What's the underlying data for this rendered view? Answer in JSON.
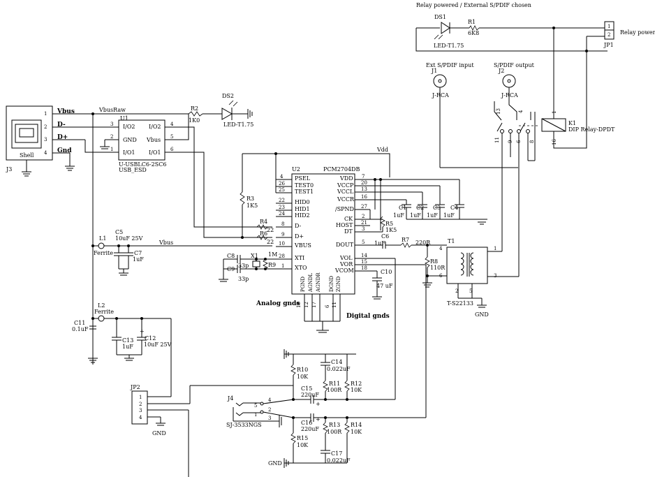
{
  "header": {
    "relay_caption": "Relay powered / External S/PDIF chosen",
    "relay_power": "Relay power"
  },
  "components": {
    "ds1": {
      "ref": "DS1",
      "value": "LED-T1.75"
    },
    "r1": {
      "ref": "R1",
      "value": "6K8"
    },
    "jp1": {
      "ref": "JP1",
      "pin1": "1",
      "pin2": "2"
    },
    "j1": {
      "caption": "Ext S/PDIF input",
      "ref": "J1",
      "value": "J-RCA"
    },
    "j2": {
      "caption": "S/PDIF output",
      "ref": "J2",
      "value": "J-RCA"
    },
    "k1": {
      "ref": "K1",
      "value": "DIP Relay-DPDT",
      "pins": [
        "13",
        "4",
        "11",
        "9",
        "6",
        "8",
        "1",
        "16"
      ]
    },
    "j3": {
      "ref": "J3",
      "shell": "Shell",
      "pins": [
        "1",
        "2",
        "3",
        "4"
      ],
      "nets": [
        "Vbus",
        "D-",
        "D+",
        "Gnd"
      ]
    },
    "vbusraw": "VbusRaw",
    "u1": {
      "ref": "U1",
      "part": "U-USBLC6-2SC6",
      "sub": "USB_ESD",
      "left_pins": [
        "I/O2",
        "GND",
        "I/O1"
      ],
      "right_pins": [
        "I/O2",
        "Vbus",
        "I/O1"
      ],
      "left_nums": [
        "3",
        "2",
        "1"
      ],
      "right_nums": [
        "4",
        "5",
        "6"
      ]
    },
    "r2": {
      "ref": "R2",
      "value": "1K0"
    },
    "ds2": {
      "ref": "DS2",
      "value": "LED-T1.75"
    },
    "u2": {
      "ref": "U2",
      "part": "PCM2704DB",
      "left_pins": [
        "PSEL",
        "TEST0",
        "TEST1",
        "HID0",
        "HID1",
        "HID2",
        "D-",
        "D+",
        "VBUS",
        "XTI",
        "XTO"
      ],
      "left_nums": [
        "4",
        "26",
        "25",
        "22",
        "23",
        "24",
        "8",
        "9",
        "10",
        "28",
        "1"
      ],
      "right_pins": [
        "VDD",
        "VCCP",
        "VCCL",
        "VCCR",
        "/SPND",
        "CK",
        "HOST",
        "DT",
        "DOUT",
        "VOL",
        "VOR",
        "VCOM"
      ],
      "right_nums": [
        "7",
        "20",
        "13",
        "16",
        "27",
        "2",
        "21",
        "3",
        "5",
        "14",
        "15",
        "18"
      ],
      "bottom_pins": [
        "PGND",
        "AGNDL",
        "AGNDR",
        "DGND",
        "ZGND"
      ],
      "bottom_nums": [
        "19",
        "12",
        "17",
        "6",
        "11"
      ]
    },
    "vdd": "Vdd",
    "r3": {
      "ref": "R3",
      "value": "1K5"
    },
    "r4": {
      "ref": "R4",
      "value": "22"
    },
    "r6": {
      "ref": "R6",
      "value": "22"
    },
    "r5": {
      "ref": "R5",
      "value": "1K5"
    },
    "c1": {
      "ref": "C1",
      "value": "1uF"
    },
    "c2": {
      "ref": "C2",
      "value": "1uF"
    },
    "c3": {
      "ref": "C3",
      "value": "1uF"
    },
    "c4": {
      "ref": "C4",
      "value": "1uF"
    },
    "l1": {
      "ref": "L1",
      "value": "Ferrite"
    },
    "c5": {
      "ref": "C5",
      "value": "10uF 25V"
    },
    "c7": {
      "ref": "C7",
      "value": "1uF"
    },
    "vbus": "Vbus",
    "c8": {
      "ref": "C8",
      "value": "33p"
    },
    "c9": {
      "ref": "C9",
      "value": "33p"
    },
    "x1": {
      "ref": "X1"
    },
    "r9": {
      "ref": "R9",
      "value": "1M"
    },
    "c6": {
      "ref": "C6",
      "value": "1uF"
    },
    "r7": {
      "ref": "R7",
      "value": "220R"
    },
    "r8": {
      "ref": "R8",
      "value": "110R"
    },
    "t1": {
      "ref": "T1",
      "value": "T-S22133",
      "pins": [
        "4",
        "6",
        "2",
        "5",
        "1",
        "3"
      ]
    },
    "gnd": "GND",
    "c10": {
      "ref": "C10",
      "value": "47 uF"
    },
    "analog_gnds": "Analog gnds",
    "digital_gnds": "Digital gnds",
    "l2": {
      "ref": "L2",
      "value": "Ferrite"
    },
    "c11": {
      "ref": "C11",
      "value": "0.1uF"
    },
    "c13": {
      "ref": "C13",
      "value": "1uF"
    },
    "c12": {
      "ref": "C12",
      "value": "10uF 25V"
    },
    "jp2": {
      "ref": "JP2",
      "pins": [
        "1",
        "2",
        "3",
        "4"
      ]
    },
    "jp2_gnd": "GND",
    "r10": {
      "ref": "R10",
      "value": "10K"
    },
    "c14": {
      "ref": "C14",
      "value": "0.022uF"
    },
    "r11": {
      "ref": "R11",
      "value": "100R"
    },
    "r12": {
      "ref": "R12",
      "value": "10K"
    },
    "c15": {
      "ref": "C15",
      "value": "220uF"
    },
    "j4": {
      "ref": "J4",
      "value": "SJ-3533NGS",
      "pins": [
        "4",
        "5",
        "2",
        "1",
        "3"
      ]
    },
    "c16": {
      "ref": "C16",
      "value": "220uF"
    },
    "r13": {
      "ref": "R13",
      "value": "100R"
    },
    "r14": {
      "ref": "R14",
      "value": "10K"
    },
    "r15": {
      "ref": "R15",
      "value": "10K"
    },
    "c17": {
      "ref": "C17",
      "value": "0.022uF"
    },
    "gnd_bottom": "GND"
  }
}
